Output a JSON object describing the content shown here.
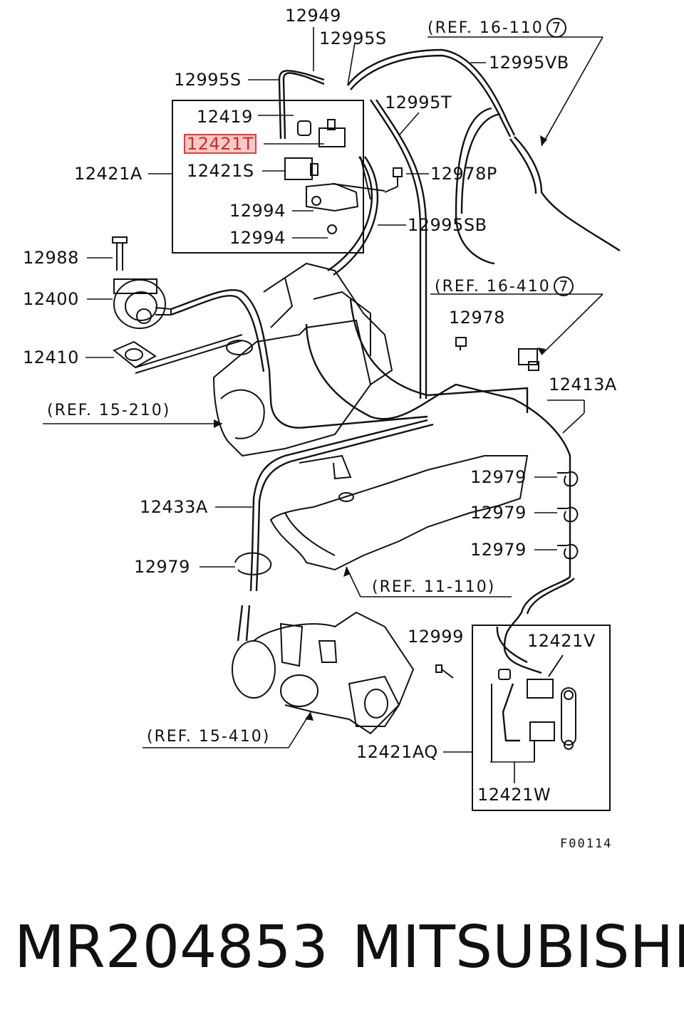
{
  "labels": {
    "l12949": "12949",
    "l12995S_top": "12995S",
    "l12995S_left": "12995S",
    "ref16_110": "(REF. 16-110",
    "ref16_110_circle": "7",
    "l12995VB": "12995VB",
    "l12995T": "12995T",
    "l12419": "12419",
    "l12421T": "12421T",
    "l12421A": "12421A",
    "l12421S": "12421S",
    "l12978P": "12978P",
    "l12994_a": "12994",
    "l12994_b": "12994",
    "l12995SB": "12995SB",
    "l12988": "12988",
    "l12400": "12400",
    "ref16_410": "(REF. 16-410",
    "ref16_410_circle": "7",
    "l12978": "12978",
    "l12410": "12410",
    "l12413A": "12413A",
    "ref15_210": "(REF. 15-210)",
    "l12979_r1": "12979",
    "l12433A": "12433A",
    "l12979_r2": "12979",
    "l12979_r3": "12979",
    "l12979_left": "12979",
    "ref11_110": "(REF. 11-110)",
    "l12999": "12999",
    "l12421V": "12421V",
    "ref15_410": "(REF. 15-410)",
    "l12421AQ": "12421AQ",
    "l12421W": "12421W"
  },
  "figure_code": "F00114",
  "footer": {
    "part_number": "MR204853",
    "brand": "MITSUBISHI"
  },
  "highlight_color": "#d94141"
}
